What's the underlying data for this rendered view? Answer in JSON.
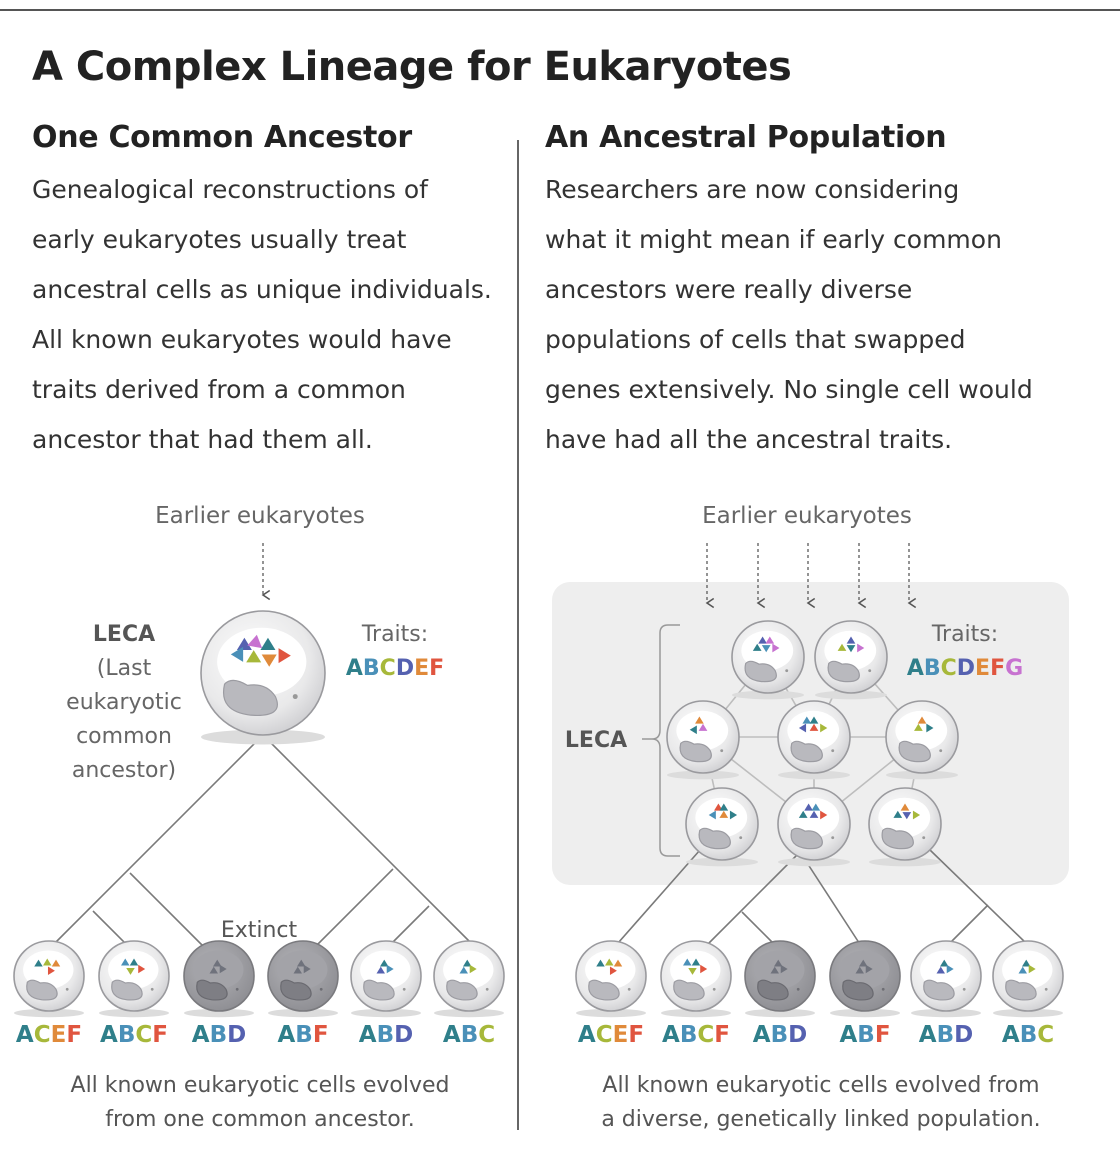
{
  "title": "A Complex Lineage for Eukaryotes",
  "left": {
    "heading": "One Common Ancestor",
    "body_lines": [
      "Genealogical reconstructions of",
      "early eukaryotes usually treat",
      "ancestral cells as unique individuals.",
      "All known eukaryotes would have",
      "traits derived from a common",
      "ancestor that had them all."
    ],
    "earlier_label": "Earlier eukaryotes",
    "leca_label_lines": [
      "LECA",
      "(Last",
      "eukaryotic",
      "common",
      "ancestor)"
    ],
    "traits_label": "Traits:",
    "traits": [
      "A",
      "B",
      "C",
      "D",
      "E",
      "F"
    ],
    "extinct_label": "Extinct",
    "descendants": [
      {
        "letters": [
          "A",
          "C",
          "E",
          "F"
        ],
        "extinct": false
      },
      {
        "letters": [
          "A",
          "B",
          "C",
          "F"
        ],
        "extinct": false
      },
      {
        "letters": [
          "A",
          "B",
          "D"
        ],
        "extinct": true
      },
      {
        "letters": [
          "A",
          "B",
          "F"
        ],
        "extinct": true
      },
      {
        "letters": [
          "A",
          "B",
          "D"
        ],
        "extinct": false
      },
      {
        "letters": [
          "A",
          "B",
          "C"
        ],
        "extinct": false
      }
    ],
    "caption_lines": [
      "All known eukaryotic cells evolved",
      "from one common ancestor."
    ]
  },
  "right": {
    "heading": "An Ancestral Population",
    "body_lines": [
      "Researchers are now considering",
      "what it might mean if early common",
      "ancestors were really diverse",
      "populations of cells that swapped",
      "genes extensively. No single cell would",
      "have had all the ancestral traits."
    ],
    "earlier_label": "Earlier eukaryotes",
    "leca_label": "LECA",
    "traits_label": "Traits:",
    "traits": [
      "A",
      "B",
      "C",
      "D",
      "E",
      "F",
      "G"
    ],
    "descendants": [
      {
        "letters": [
          "A",
          "C",
          "E",
          "F"
        ],
        "extinct": false
      },
      {
        "letters": [
          "A",
          "B",
          "C",
          "F"
        ],
        "extinct": false
      },
      {
        "letters": [
          "A",
          "B",
          "D"
        ],
        "extinct": true
      },
      {
        "letters": [
          "A",
          "B",
          "F"
        ],
        "extinct": true
      },
      {
        "letters": [
          "A",
          "B",
          "D"
        ],
        "extinct": false
      },
      {
        "letters": [
          "A",
          "B",
          "C"
        ],
        "extinct": false
      }
    ],
    "caption_lines": [
      "All known eukaryotic cells evolved from",
      "a diverse, genetically linked population."
    ]
  },
  "trait_colors": {
    "A": "#2f7f8a",
    "B": "#4a90b8",
    "C": "#a7b83a",
    "D": "#5561b0",
    "E": "#e08a3a",
    "F": "#e0553f",
    "G": "#c772d0"
  }
}
